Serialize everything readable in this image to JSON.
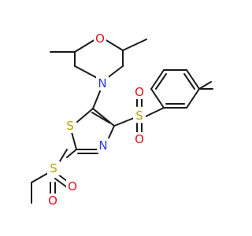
{
  "molecule": {
    "colors": {
      "bond": "#1a1a1a",
      "carbon": "#1a1a1a",
      "N": "#2a3bd8",
      "O": "#e0141e",
      "S": "#b8a400"
    },
    "atoms": {
      "morpholine_N": "N",
      "morpholine_O": "O",
      "sulfonyl_S_top": "S",
      "sulfonyl_O_top1": "O",
      "sulfonyl_O_top2": "O",
      "thiazole_S": "S",
      "thiazole_N": "N",
      "sulfonyl_S_bottom": "S",
      "sulfonyl_O_bottom1": "O",
      "sulfonyl_O_bottom2": "O"
    }
  }
}
